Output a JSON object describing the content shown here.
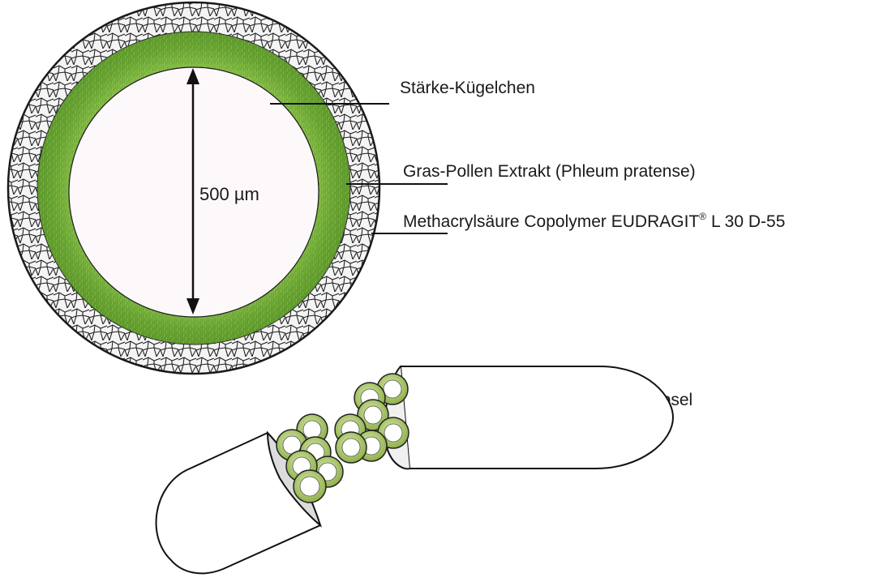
{
  "labels": {
    "starch": "Stärke-Kügelchen",
    "extract": "Gras-Pollen Extrakt (Phleum pratense)",
    "coating_main": "Methacrylsäure Copolymer EUDRAGIT",
    "coating_reg": "®",
    "coating_tail": " L 30 D-55",
    "capsule": "Kapsel",
    "diameter": "500 µm"
  },
  "colors": {
    "green_dark": "#5f9a2c",
    "green_light": "#8cc24a",
    "core_fill": "#fdf8fa",
    "outline": "#1a1a1a",
    "coating_bg": "#f4f4f4"
  }
}
